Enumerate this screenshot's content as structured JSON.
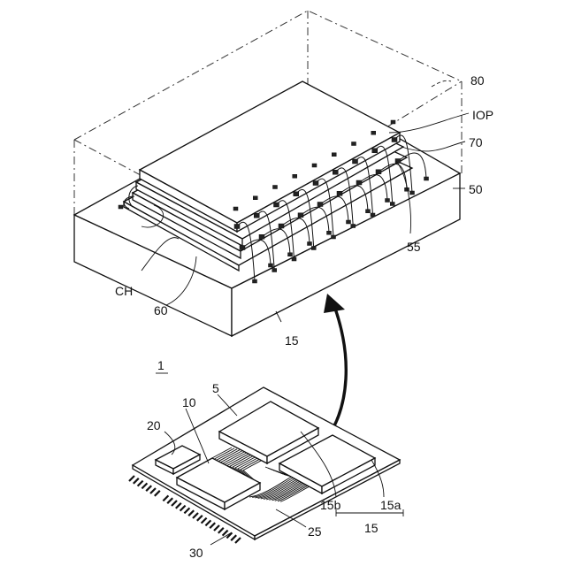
{
  "figure": {
    "labels": {
      "l80": "80",
      "iop": "IOP",
      "l70": "70",
      "l50": "50",
      "l55": "55",
      "ch": "CH",
      "l60": "60",
      "l15_top": "15",
      "l1": "1",
      "l5": "5",
      "l10": "10",
      "l20": "20",
      "l15b": "15b",
      "l15a": "15a",
      "l15_bottom": "15",
      "l25": "25",
      "l30": "30"
    }
  }
}
